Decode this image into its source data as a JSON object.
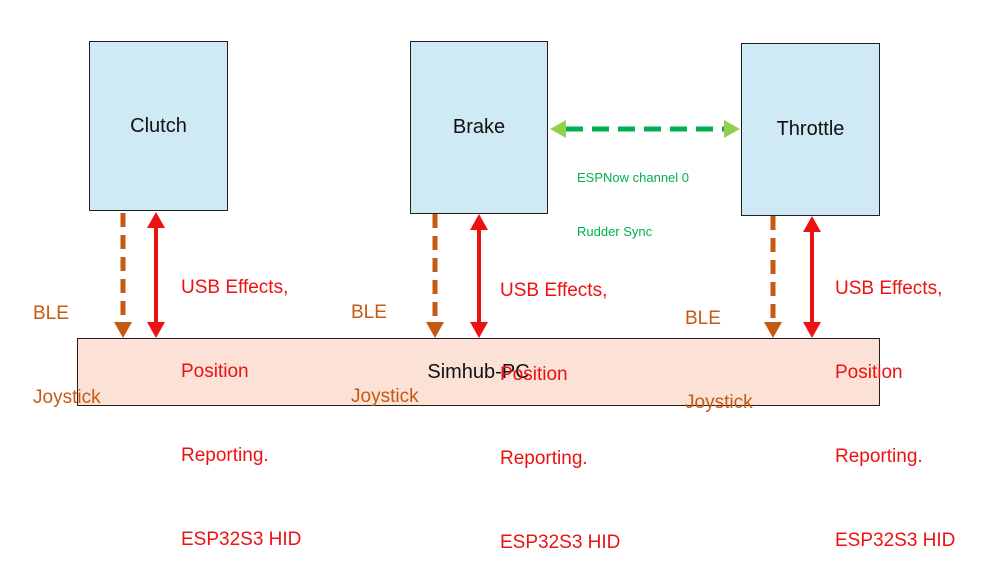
{
  "colors": {
    "device_fill": "#cfeaf5",
    "pc_fill": "#fbe1d6",
    "ble": "#c55a11",
    "usb": "#ee1111",
    "espnow": "#00b050",
    "outline": "#1f1f1f"
  },
  "devices": {
    "clutch": "Clutch",
    "brake": "Brake",
    "throttle": "Throttle"
  },
  "pc": "Simhub-PC",
  "links": {
    "ble_line1": "BLE",
    "ble_line2": "Joystick",
    "usb_line1": "USB Effects,",
    "usb_line2": "Position",
    "usb_line3": "Reporting.",
    "usb_line4": "ESP32S3 HID"
  },
  "espnow": {
    "line1": "ESPNow channel 0",
    "line2": "Rudder Sync"
  }
}
